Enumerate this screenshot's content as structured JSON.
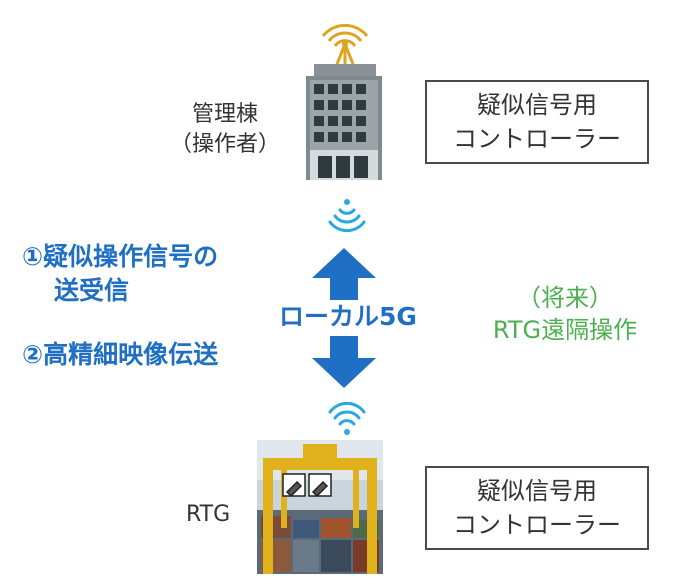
{
  "mgmt": {
    "line1": "管理棟",
    "line2": "（操作者）"
  },
  "controller_top": {
    "line1": "疑似信号用",
    "line2": "コントローラー"
  },
  "controller_bottom": {
    "line1": "疑似信号用",
    "line2": "コントローラー"
  },
  "rtg_label": "RTG",
  "left_notes": {
    "item1_line1": "①疑似操作信号の",
    "item1_line2": "送受信",
    "item2": "②高精細映像伝送"
  },
  "center_label": "ローカル5G",
  "future": {
    "line1": "（将来）",
    "line2": "RTG遠隔操作"
  },
  "colors": {
    "blue": "#1f6fc5",
    "green": "#4caf50",
    "border": "#4a4a4a",
    "text": "#333333"
  }
}
